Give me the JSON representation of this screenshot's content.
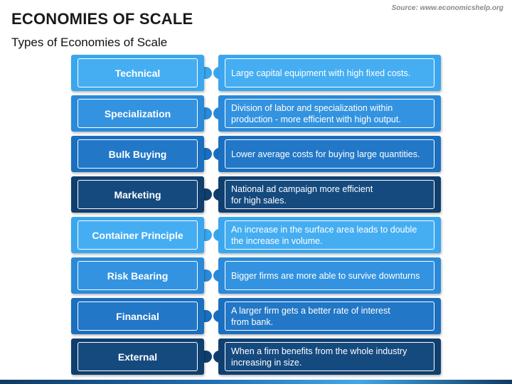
{
  "header": {
    "title": "ECONOMIES OF SCALE",
    "subtitle": "Types of Economies of Scale",
    "source": "Source: www.economicshelp.org"
  },
  "items": [
    {
      "label": "Technical",
      "description": "Large capital equipment with high fixed costs.",
      "color": "#3aa6ee",
      "inner": "#45aef2"
    },
    {
      "label": "Specialization",
      "description": "Division of labor and specialization within\nproduction - more efficient with high output.",
      "color": "#2a8ad9",
      "inner": "#3393e0"
    },
    {
      "label": "Bulk Buying",
      "description": "Lower average costs for buying large quantities.",
      "color": "#1a6fbf",
      "inner": "#2277c6"
    },
    {
      "label": "Marketing",
      "description": "National ad campaign more efficient\nfor high sales.",
      "color": "#0f3f6e",
      "inner": "#154a7f"
    },
    {
      "label": "Container Principle",
      "description": "An increase in the surface area leads to double\nthe increase in volume.",
      "color": "#3aa6ee",
      "inner": "#45aef2"
    },
    {
      "label": "Risk Bearing",
      "description": "Bigger firms are more able to survive downturns",
      "color": "#2a8ad9",
      "inner": "#3393e0"
    },
    {
      "label": "Financial",
      "description": "A larger firm gets a better rate of interest\nfrom bank.",
      "color": "#1a6fbf",
      "inner": "#2277c6"
    },
    {
      "label": "External",
      "description": "When a firm benefits from the whole industry\nincreasing in size.",
      "color": "#0f3f6e",
      "inner": "#154a7f"
    }
  ]
}
